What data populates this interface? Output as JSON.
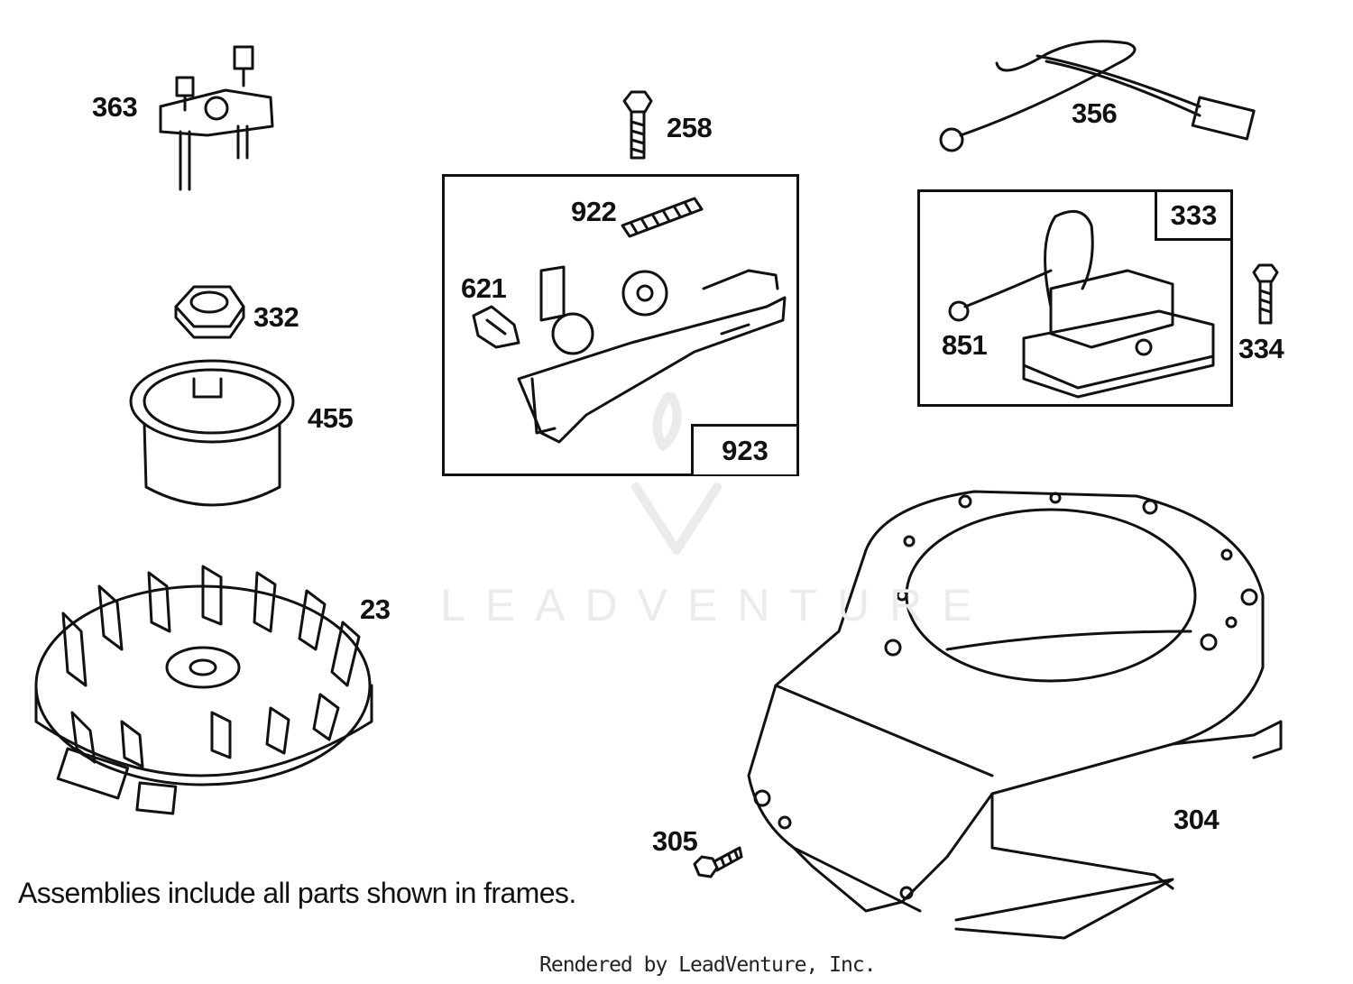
{
  "parts": {
    "p363": "363",
    "p258": "258",
    "p356": "356",
    "p922": "922",
    "p621": "621",
    "p923": "923",
    "p333": "333",
    "p851": "851",
    "p334": "334",
    "p332": "332",
    "p455": "455",
    "p23": "23",
    "p304": "304",
    "p305": "305"
  },
  "note": "Assemblies include all parts shown in frames.",
  "credit": "Rendered by LeadVenture, Inc.",
  "watermark": "LEADVENTURE",
  "colors": {
    "ink": "#111111",
    "paper": "#ffffff",
    "watermark": "#ebebeb"
  }
}
